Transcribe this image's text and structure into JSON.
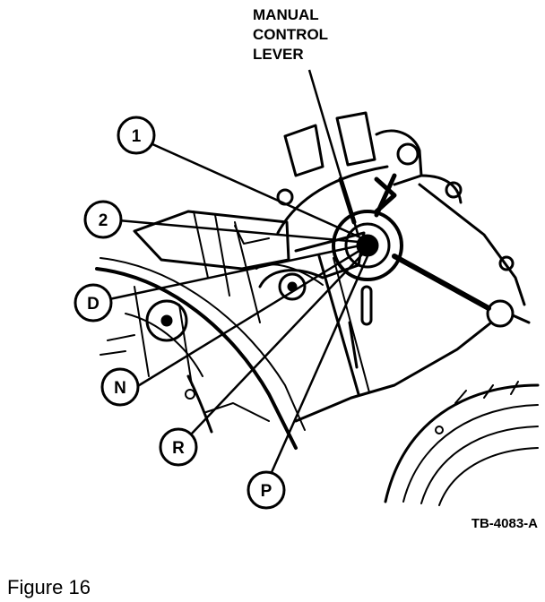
{
  "lever_label": {
    "line1": "MANUAL",
    "line2": "CONTROL",
    "line3": "LEVER"
  },
  "callouts": [
    "1",
    "2",
    "D",
    "N",
    "R",
    "P"
  ],
  "drawing_code": "TB-4083-A",
  "caption": "Figure 16"
}
